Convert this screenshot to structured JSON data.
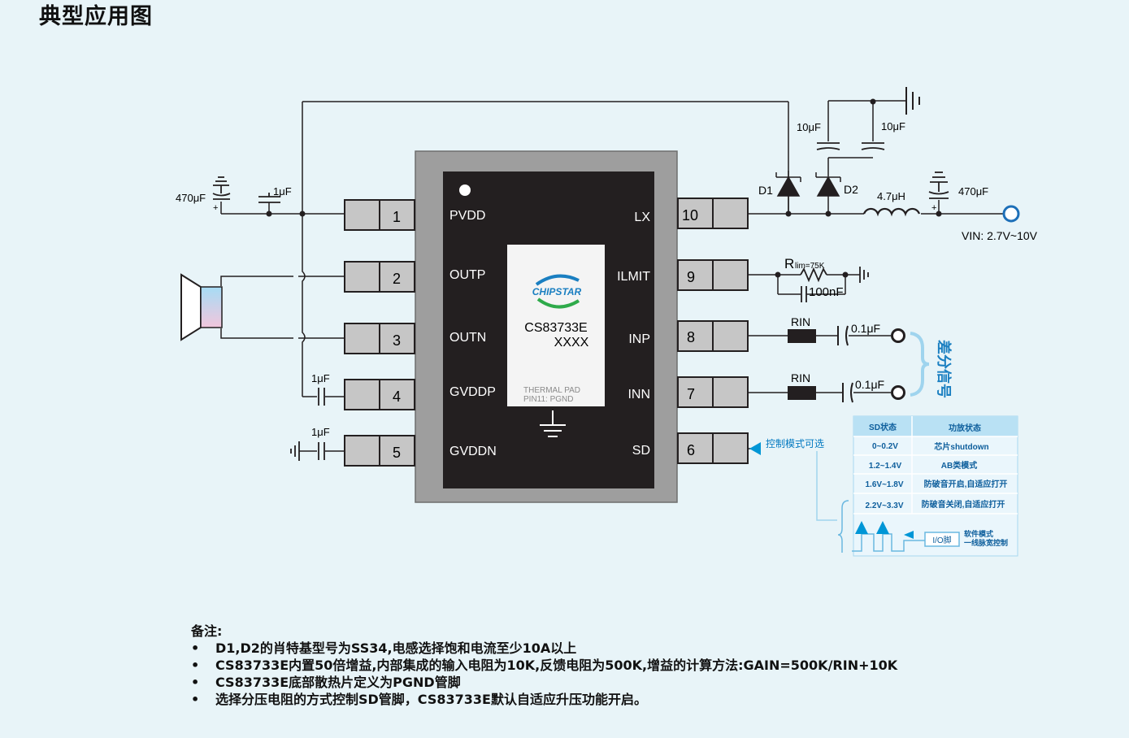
{
  "title": "典型应用图",
  "chip": {
    "brand": "CHIPSTAR",
    "part": "CS83733E",
    "suffix": "XXXX",
    "thermal_pad": "THERMAL PAD",
    "pin11": "PIN11: PGND",
    "left_pins": [
      {
        "num": "1",
        "label": "PVDD"
      },
      {
        "num": "2",
        "label": "OUTP"
      },
      {
        "num": "3",
        "label": "OUTN"
      },
      {
        "num": "4",
        "label": "GVDDP"
      },
      {
        "num": "5",
        "label": "GVDDN"
      }
    ],
    "right_pins": [
      {
        "num": "10",
        "label": "LX"
      },
      {
        "num": "9",
        "label": "ILMIT"
      },
      {
        "num": "8",
        "label": "INP"
      },
      {
        "num": "7",
        "label": "INN"
      },
      {
        "num": "6",
        "label": "SD"
      }
    ]
  },
  "components": {
    "c_bulk_left": "470μF",
    "c_pvdd": "1μF",
    "c_gvddp": "1μF",
    "c_gvddn": "1μF",
    "c_out1": "10μF",
    "c_out2": "10μF",
    "d1": "D1",
    "d2": "D2",
    "inductor": "4.7μH",
    "c_bulk_right": "470μF",
    "vin": "VIN: 2.7V~10V",
    "rlim_r": "R",
    "rlim_sub": "lim=75K",
    "rlim_cap": "100nF",
    "rin_p": "RIN",
    "rin_n": "RIN",
    "cin_p": "0.1μF",
    "cin_n": "0.1μF",
    "diff_signal": "差分信号",
    "sd_hint": "控制模式可选"
  },
  "sd_table": {
    "headers": [
      "SD状态",
      "功放状态"
    ],
    "rows": [
      [
        "0~0.2V",
        "芯片shutdown"
      ],
      [
        "1.2~1.4V",
        "AB类模式"
      ],
      [
        "1.6V~1.8V",
        "防破音开启,自适应打开"
      ],
      [
        "2.2V~3.3V",
        "防破音关闭,自适应打开"
      ]
    ],
    "io_label": "I/O脚",
    "software_mode": "软件模式",
    "pulse_control": "一线脉宽控制"
  },
  "notes": {
    "heading": "备注:",
    "items": [
      "D1,D2的肖特基型号为SS34,电感选择饱和电流至少10A以上",
      "CS83733E内置50倍增益,内部集成的输入电阻为10K,反馈电阻为500K,增益的计算方法:GAIN=500K/RIN+10K",
      "CS83733E底部散热片定义为PGND管脚",
      "选择分压电阻的方式控制SD管脚，CS83733E默认自适应升压功能开启。"
    ]
  },
  "colors": {
    "background": "#e8f4f8",
    "chip_outer": "#9e9e9e",
    "chip_body": "#231f20",
    "pin": "#c6c6c6",
    "table_blue": "#0096d6",
    "brand_blue": "#1a7fc1",
    "brand_green": "#2eaa4a"
  }
}
